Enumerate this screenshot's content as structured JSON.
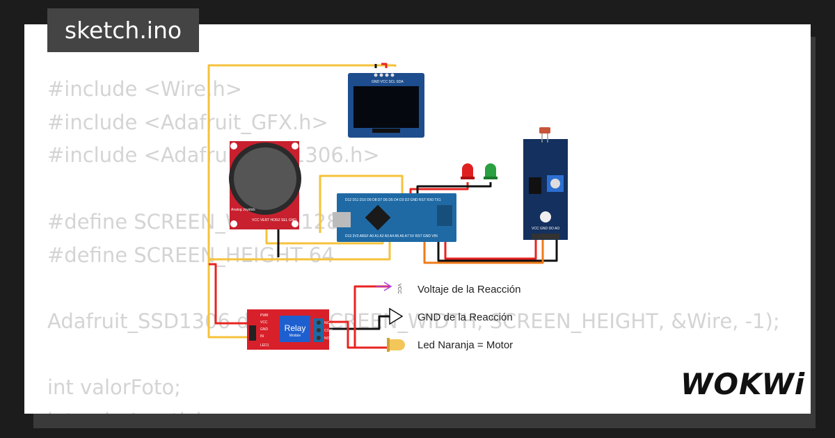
{
  "title": "sketch.ino",
  "code_lines": [
    "#include <Wire.h>",
    "#include <Adafruit_GFX.h>",
    "#include <Adafruit_SSD1306.h>",
    "",
    "#define SCREEN_WIDTH 128",
    "#define SCREEN_HEIGHT 64",
    "",
    "Adafruit_SSD1306 display(SCREEN_WIDTH, SCREEN_HEIGHT, &Wire, -1);",
    "",
    "int valorFoto;",
    "int valorJoystick;"
  ],
  "legend": {
    "vcc_label": "Voltaje de la Reacción",
    "gnd_label": "GND de la Reacción",
    "led_label": "Led Naranja = Motor"
  },
  "components": {
    "oled_pins": "GND VCC SCL SDA",
    "joystick_label": "Analog Joystick",
    "joystick_pins": "VCC VERT HORZ SEL GND",
    "relay_text": "Relay",
    "relay_sub": "Module",
    "relay_pins": [
      "PWR",
      "VCC",
      "GND",
      "IN",
      "LED1"
    ],
    "relay_contacts": [
      "NC",
      "COM",
      "NO"
    ],
    "nano_top_pins": "D12 D11 D10 D9 D8 D7 D6 D5 D4 D3 D2 GND RST RX0 TX1",
    "nano_bottom_pins": "D13 3V3 AREF A0 A1 A2 A3 A4 A5 A6 A7 5V RST GND VIN",
    "ldr_pins": "VCC GND DO AO",
    "vcc_symbol": "VCC"
  },
  "brand": "WOKWi",
  "colors": {
    "wire_yellow": "#f5c23a",
    "wire_red": "#e8231f",
    "wire_black": "#111111",
    "wire_orange": "#f07a1a",
    "wire_purple": "#b040e0",
    "relay_red": "#d8202a",
    "board_blue": "#1d4d8c",
    "module_blue": "#14305e"
  }
}
